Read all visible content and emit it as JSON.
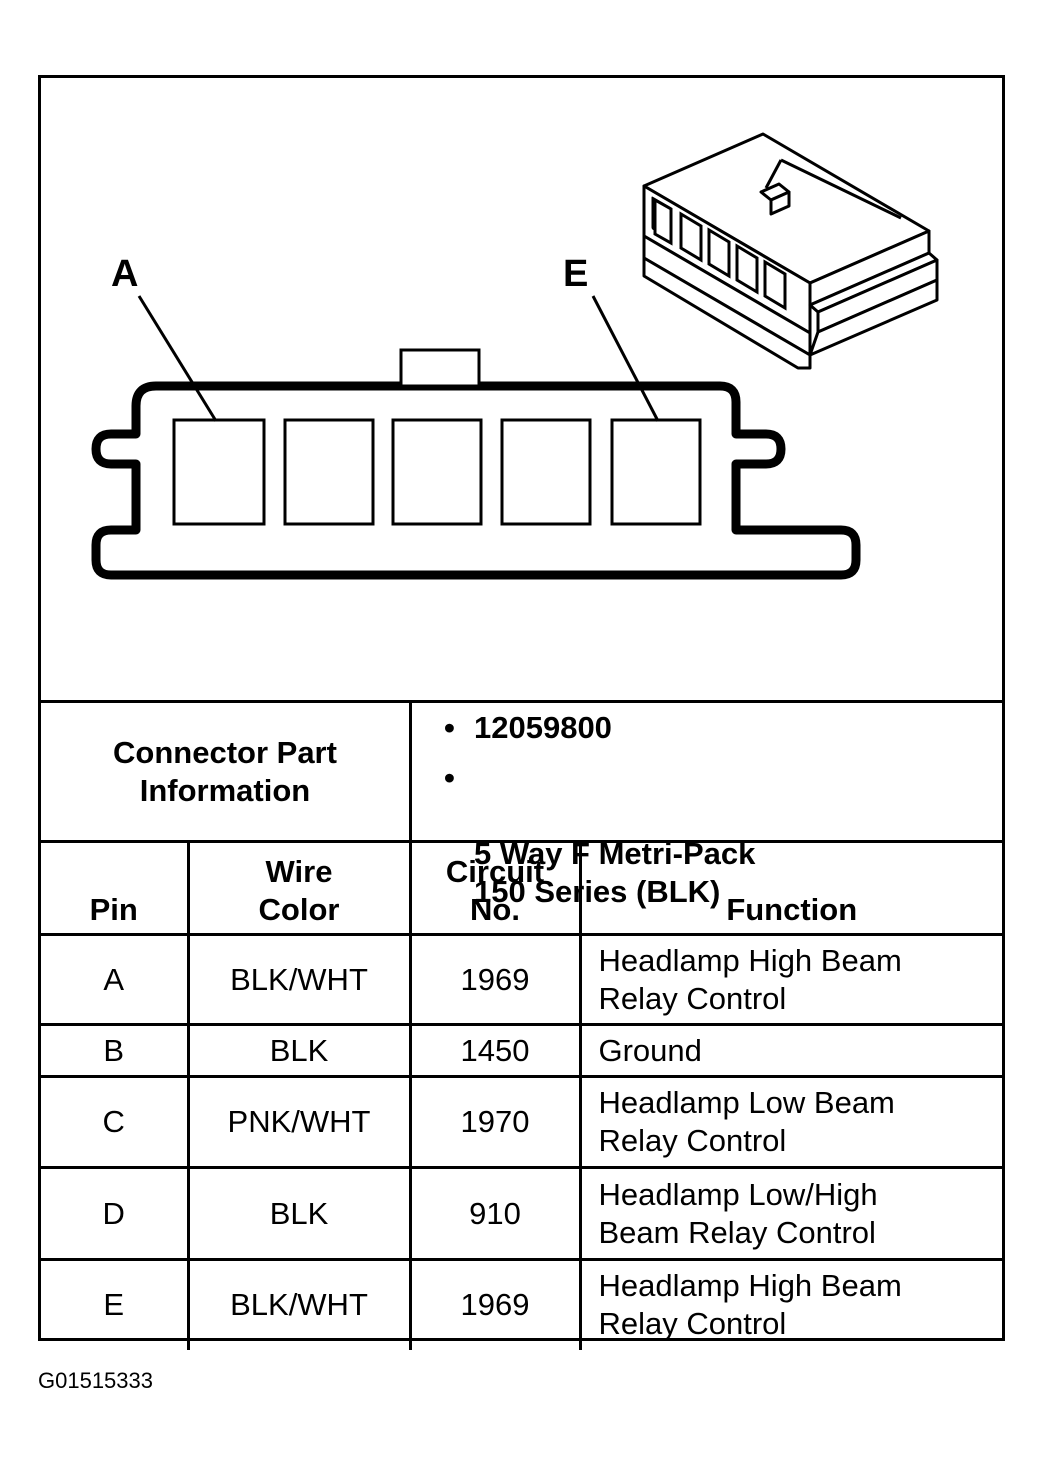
{
  "diagram": {
    "pin_label_first": "A",
    "pin_label_last": "E",
    "cavities": 5
  },
  "connector_info": {
    "title": "Connector Part Information",
    "bullets": [
      "12059800",
      "5 Way F Metri-Pack\n150 Series (BLK)"
    ]
  },
  "table": {
    "headers": {
      "pin": "Pin",
      "wire_color": "Wire\nColor",
      "circuit": "Circuit\nNo.",
      "function": "Function"
    },
    "rows": [
      {
        "pin": "A",
        "wire_color": "BLK/WHT",
        "circuit": "1969",
        "function": "Headlamp High Beam\nRelay Control"
      },
      {
        "pin": "B",
        "wire_color": "BLK",
        "circuit": "1450",
        "function": "Ground"
      },
      {
        "pin": "C",
        "wire_color": "PNK/WHT",
        "circuit": "1970",
        "function": "Headlamp Low Beam\nRelay Control"
      },
      {
        "pin": "D",
        "wire_color": "BLK",
        "circuit": "910",
        "function": "Headlamp Low/High\nBeam Relay Control"
      },
      {
        "pin": "E",
        "wire_color": "BLK/WHT",
        "circuit": "1969",
        "function": "Headlamp High Beam\nRelay Control"
      }
    ]
  },
  "figure_code": "G01515333"
}
